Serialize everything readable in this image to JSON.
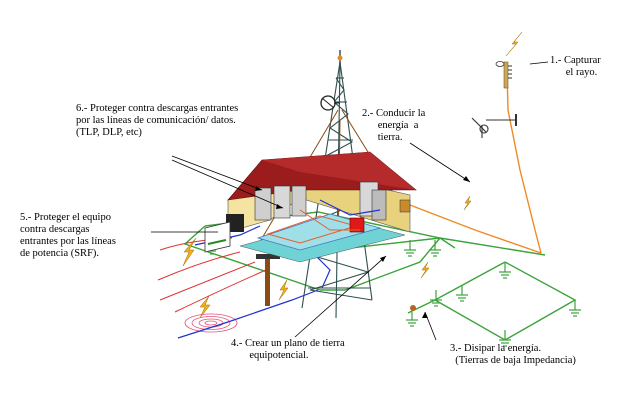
{
  "labels": {
    "l1": "1.- Capturar\n      el rayo.",
    "l2": "2.- Conducir la\n      energía  a\n      tierra.",
    "l3": "3.- Disipar la energía.\n  (Tierras de baja Impedancia)",
    "l4": "4.- Crear un plano de tierra\n       equipotencial.",
    "l5": "5.- Proteger el equipo\ncontra descargas\nentrantes por las líneas\nde potencia (SRF).",
    "l6": "6.- Proteger contra descargas entrantes\npor las líneas de comunicación/ datos.\n(TLP, DLP, etc)"
  },
  "colors": {
    "roof": "#9b1c1c",
    "wall": "#f4e3a1",
    "ground_grid": "#3aa33a",
    "down_conductor": "#f08a24",
    "tower": "#2f4f4f",
    "power_line": "#d33",
    "data_line": "#2233cc",
    "floor": "#6fd3d6"
  }
}
